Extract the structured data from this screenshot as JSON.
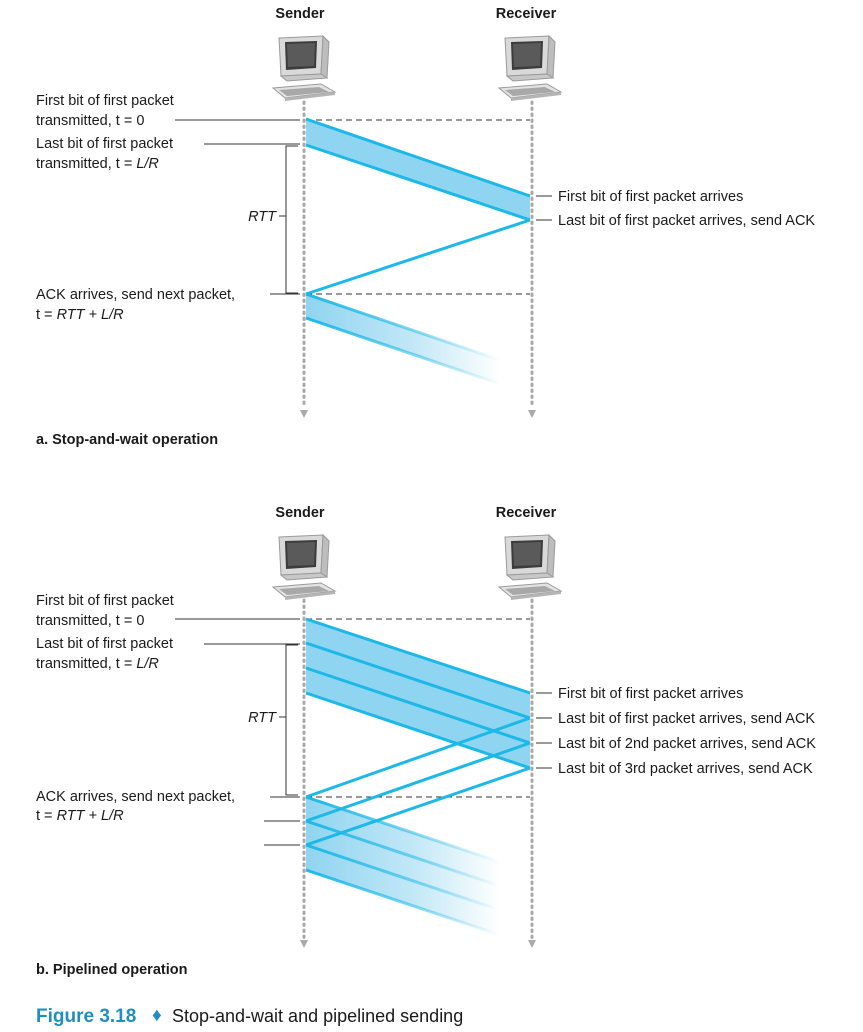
{
  "panel_a": {
    "sender": "Sender",
    "receiver": "Receiver",
    "first_bit_sent_1": "First bit of first packet",
    "first_bit_sent_2": "transmitted, t = 0",
    "last_bit_sent_1": "Last bit of first packet",
    "last_bit_sent_2_prefix": "transmitted, t = ",
    "last_bit_sent_2_italic": "L/R",
    "rtt": "RTT",
    "ack_arrives_1": "ACK arrives, send next packet,",
    "ack_arrives_2_prefix": "t = ",
    "ack_arrives_2_italic": "RTT + L/R",
    "first_bit_arrives": "First bit of first packet arrives",
    "last_bit_arrives": "Last bit of first packet arrives, send ACK",
    "caption": "a. Stop-and-wait operation"
  },
  "panel_b": {
    "sender": "Sender",
    "receiver": "Receiver",
    "first_bit_sent_1": "First bit of first packet",
    "first_bit_sent_2": "transmitted, t = 0",
    "last_bit_sent_1": "Last bit of first packet",
    "last_bit_sent_2_prefix": "transmitted, t = ",
    "last_bit_sent_2_italic": "L/R",
    "rtt": "RTT",
    "ack_arrives_1": "ACK arrives, send next packet,",
    "ack_arrives_2_prefix": "t = ",
    "ack_arrives_2_italic": "RTT + L/R",
    "first_bit_arrives": "First bit of first packet arrives",
    "last_bit_1_arrives": "Last bit of first packet arrives, send ACK",
    "last_bit_2_arrives": "Last bit of 2nd packet arrives, send ACK",
    "last_bit_3_arrives": "Last bit of 3rd packet arrives, send ACK",
    "caption": "b. Pipelined operation"
  },
  "figure": {
    "number": "Figure 3.18",
    "separator": "♦",
    "title": "Stop-and-wait and pipelined sending"
  },
  "colors": {
    "packet": "#8fd4f0",
    "packet_edge": "#1bb8e8",
    "figure_label": "#1f8ec2"
  }
}
